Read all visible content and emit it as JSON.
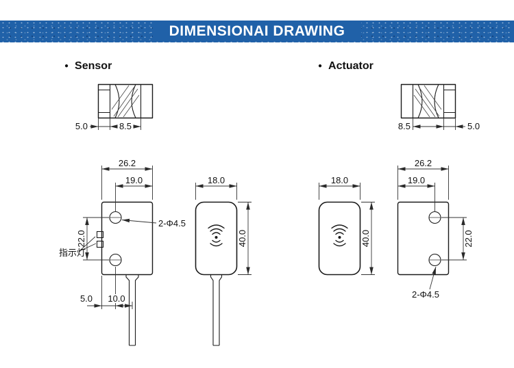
{
  "banner": {
    "title": "DIMENSIONAI DRAWING"
  },
  "sections": {
    "bullet": "●",
    "sensor_label": "Sensor",
    "actuator_label": "Actuator"
  },
  "sensor": {
    "top_view": {
      "dim_tab": "5.0",
      "dim_body": "8.5"
    },
    "front_view": {
      "dim_width": "26.2",
      "dim_hole_offset": "19.0",
      "dim_hole_spacing": "22.0",
      "indicator_label": "指示灯",
      "holes_label": "2-Φ4.5",
      "dim_bottom_edge": "5.0",
      "dim_bottom_cable": "10.0"
    },
    "side_view": {
      "dim_width": "18.0",
      "dim_height": "40.0"
    }
  },
  "actuator": {
    "top_view": {
      "dim_body": "8.5",
      "dim_tab": "5.0"
    },
    "side_view": {
      "dim_width": "18.0",
      "dim_height": "40.0"
    },
    "front_view": {
      "dim_width": "26.2",
      "dim_hole_offset": "19.0",
      "dim_hole_spacing": "22.0",
      "holes_label": "2-Φ4.5"
    }
  }
}
